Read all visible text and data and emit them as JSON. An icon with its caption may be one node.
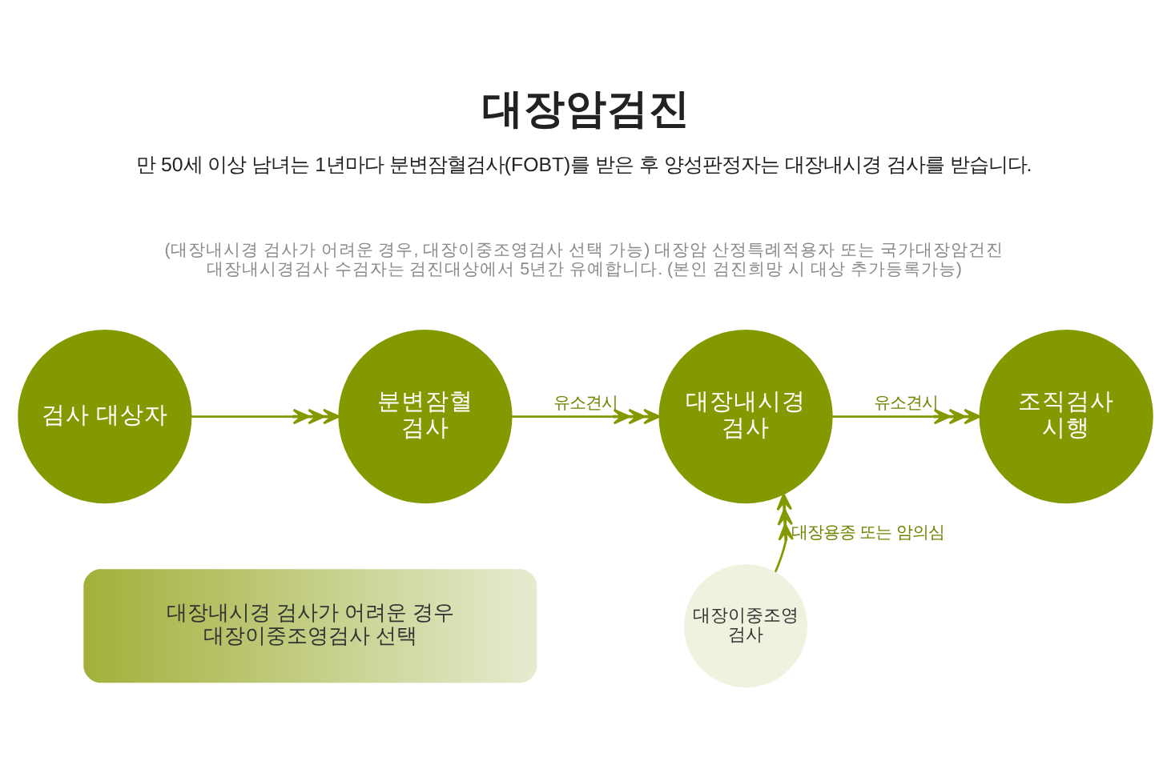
{
  "diagram": {
    "title": "대장암검진",
    "nodes": [
      {
        "text": [
          "검사 대상자"
        ]
      },
      {
        "text": [
          "분변잠혈 검사"
        ]
      },
      {
        "text": [
          "대장내시경 검사"
        ]
      },
      {
        "text": [
          "조직검사 시행"
        ]
      },
      {
        "text": [
          "대장내시경 검사가 어려운 경우 대장이중조영검사 선택"
        ]
      },
      {
        "text": [
          "대장이중조영 검사"
        ]
      }
    ],
    "edges": [
      {
        "from": 0,
        "to": 1,
        "arrow": "to"
      },
      {
        "from": 1,
        "to": 2,
        "arrow": "to",
        "label": "유소견시"
      },
      {
        "from": 2,
        "to": 3,
        "arrow": "to",
        "label": "유소견시"
      },
      {
        "from": 5,
        "to": 2,
        "arrow": "to",
        "label": "대장용종 또는 암의심"
      }
    ],
    "labels": [
      "만 50세 이상 남녀는 1년마다 분변잠혈검사(FOBT)를 받은 후 양성판정자는 대장내시경 검사를 받습니다.",
      "(대장내시경 검사가 어려운 경우, 대장이중조영검사 선택 가능) 대장암 산정특례적용자 또는 국가대장암건진 대장내시경검사 수검자는 검진대상에서 5년간 유예합니다. (본인 검진희망 시 대상 추가등록가능)"
    ]
  }
}
